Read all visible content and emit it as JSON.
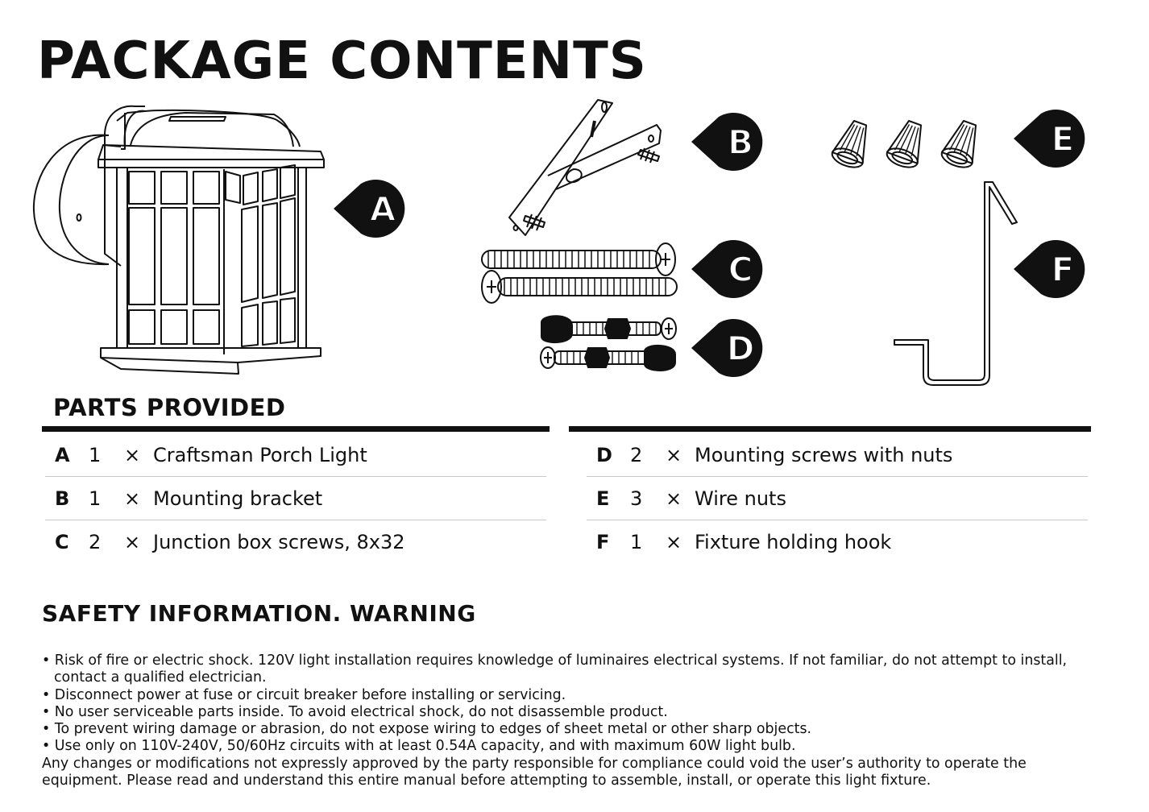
{
  "page": {
    "title": "PACKAGE CONTENTS",
    "parts_heading": "PARTS PROVIDED",
    "safety_heading": "SAFETY INFORMATION. WARNING"
  },
  "tags": [
    "A",
    "B",
    "C",
    "D",
    "E",
    "F"
  ],
  "parts_left": [
    {
      "letter": "A",
      "qty": "1",
      "times": "×",
      "name": "Craftsman Porch Light"
    },
    {
      "letter": "B",
      "qty": "1",
      "times": "×",
      "name": "Mounting bracket"
    },
    {
      "letter": "C",
      "qty": "2",
      "times": "×",
      "name": "Junction box screws, 8x32"
    }
  ],
  "parts_right": [
    {
      "letter": "D",
      "qty": "2",
      "times": "×",
      "name": "Mounting screws with nuts"
    },
    {
      "letter": "E",
      "qty": "3",
      "times": "×",
      "name": "Wire nuts"
    },
    {
      "letter": "F",
      "qty": "1",
      "times": "×",
      "name": "Fixture holding hook"
    }
  ],
  "safety_bullets": [
    "Risk of fire or electric shock. 120V light installation requires knowledge of luminaires electrical systems. If not familiar, do not attempt to install, contact a qualified electrician.",
    "Disconnect power at fuse or circuit breaker before installing or servicing.",
    "No user serviceable parts inside. To avoid electrical shock, do not disassemble product.",
    "To prevent wiring damage or abrasion, do not expose wiring to edges of sheet metal or other sharp objects.",
    "Use only on 110V-240V, 50/60Hz circuits with at least 0.54A capacity, and with maximum 60W light bulb."
  ],
  "closing_text": "Any changes or modifications not expressly approved by the party responsible for compliance could void the user’s authority to operate the equipment. Please read and understand this entire manual before attempting to assemble, install, or operate this light fixture."
}
